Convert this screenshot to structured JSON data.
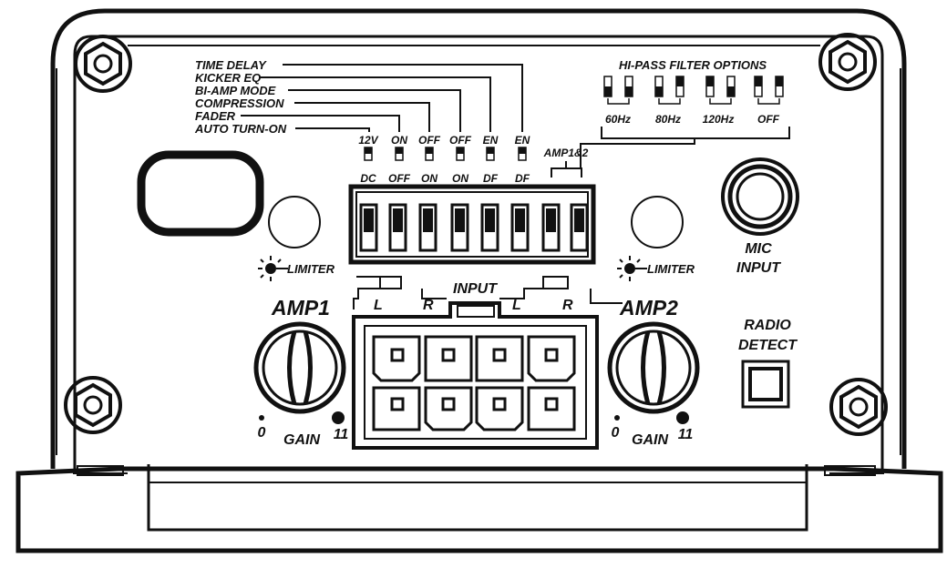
{
  "dip_function_labels": [
    "TIME DELAY",
    "KICKER EQ",
    "BI-AMP MODE",
    "COMPRESSION",
    "FADER",
    "AUTO TURN-ON"
  ],
  "dip_switch_labels": [
    {
      "top": "12V",
      "bottom": "DC"
    },
    {
      "top": "ON",
      "bottom": "OFF"
    },
    {
      "top": "OFF",
      "bottom": "ON"
    },
    {
      "top": "OFF",
      "bottom": "ON"
    },
    {
      "top": "EN",
      "bottom": "DF"
    },
    {
      "top": "EN",
      "bottom": "DF"
    }
  ],
  "amp_group_label": "AMP1&2",
  "hi_pass": {
    "title": "HI-PASS FILTER OPTIONS",
    "options": [
      "60Hz",
      "80Hz",
      "120Hz",
      "OFF"
    ]
  },
  "amp1": {
    "label": "AMP1",
    "limiter": "LIMITER",
    "gain": "GAIN",
    "gain_min": "0",
    "gain_max": "11",
    "left": "L",
    "right": "R"
  },
  "amp2": {
    "label": "AMP2",
    "limiter": "LIMITER",
    "gain": "GAIN",
    "gain_min": "0",
    "gain_max": "11",
    "left": "L",
    "right": "R"
  },
  "input_label": "INPUT",
  "mic_input": {
    "line1": "MIC",
    "line2": "INPUT"
  },
  "radio_detect": {
    "line1": "RADIO",
    "line2": "DETECT"
  }
}
